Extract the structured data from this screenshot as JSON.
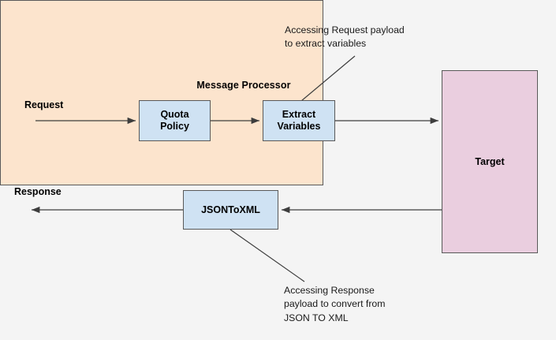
{
  "diagram": {
    "title": "Apigee Message Processor flow",
    "background_color": "#f4f4f4",
    "colors": {
      "container_fill": "#fce4cd",
      "policy_fill": "#cfe2f3",
      "target_fill": "#eacedf",
      "stroke": "#595959",
      "text": "#000000"
    }
  },
  "container": {
    "label": "Message Processor"
  },
  "nodes": {
    "quota_policy": {
      "label": "Quota\nPolicy"
    },
    "extract_variables": {
      "label": "Extract\nVariables"
    },
    "jsontoxml": {
      "label": "JSONToXML"
    },
    "target": {
      "label": "Target"
    }
  },
  "edge_labels": {
    "request": "Request",
    "response": "Response"
  },
  "annotations": {
    "top": "Accessing Request payload\nto extract variables",
    "bottom": "Accessing Response\npayload to convert from\nJSON TO XML"
  }
}
